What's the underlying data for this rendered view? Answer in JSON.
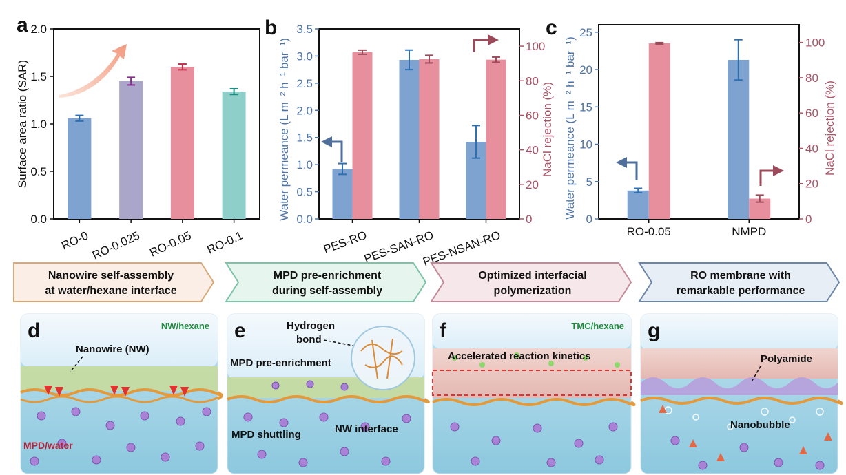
{
  "panels": {
    "a": "a",
    "b": "b",
    "c": "c",
    "d": "d",
    "e": "e",
    "f": "f",
    "g": "g"
  },
  "chart_data": [
    {
      "id": "a",
      "type": "bar",
      "title": "",
      "xlabel": "",
      "ylabel": "Surface area ratio (SAR)",
      "ylim": [
        0,
        2.0
      ],
      "yticks": [
        "0.0",
        "0.5",
        "1.0",
        "1.5",
        "2.0"
      ],
      "categories": [
        "RO-0",
        "RO-0.025",
        "RO-0.05",
        "RO-0.1"
      ],
      "values": [
        1.06,
        1.45,
        1.6,
        1.34
      ],
      "errors": [
        0.03,
        0.04,
        0.03,
        0.03
      ],
      "colors": [
        "#7fa3d1",
        "#a9a6c9",
        "#e88f9e",
        "#8fcfc9"
      ],
      "error_colors": [
        "#2e6fb0",
        "#8b2a8f",
        "#c0304a",
        "#1f8c82"
      ],
      "grid": false
    },
    {
      "id": "b",
      "type": "bar",
      "title": "",
      "xlabel": "",
      "categories": [
        "PES-RO",
        "PES-SAN-RO",
        "PES-NSAN-RO"
      ],
      "left_axis": {
        "label": "Water permeance (L m⁻² h⁻¹ bar⁻¹)",
        "ylim": [
          0,
          3.5
        ],
        "yticks": [
          "0.0",
          "0.5",
          "1.0",
          "1.5",
          "2.0",
          "2.5",
          "3.0",
          "3.5"
        ]
      },
      "right_axis": {
        "label": "NaCl rejection (%)",
        "ylim": [
          0,
          110
        ],
        "yticks": [
          "0",
          "20",
          "40",
          "60",
          "80",
          "100"
        ]
      },
      "series": [
        {
          "axis": "left",
          "values": [
            0.92,
            2.93,
            1.42
          ],
          "errors": [
            0.1,
            0.18,
            0.3
          ],
          "color": "#7fa3d1",
          "error_color": "#2e6fb0"
        },
        {
          "axis": "right",
          "values": [
            96.5,
            92.5,
            92.2
          ],
          "errors": [
            1.2,
            2.2,
            1.5
          ],
          "color": "#e88f9e",
          "error_color": "#9b4a5a"
        }
      ],
      "grid": false
    },
    {
      "id": "c",
      "type": "bar",
      "title": "",
      "xlabel": "",
      "categories": [
        "RO-0.05",
        "NMPD"
      ],
      "left_axis": {
        "label": "Water permeance (L m⁻² h⁻¹ bar⁻¹)",
        "ylim": [
          0,
          26
        ],
        "yticks": [
          "0",
          "5",
          "10",
          "15",
          "20",
          "25"
        ]
      },
      "right_axis": {
        "label": "NaCl rejection (%)",
        "ylim": [
          0,
          110
        ],
        "yticks": [
          "0",
          "20",
          "40",
          "60",
          "80",
          "100"
        ]
      },
      "series": [
        {
          "axis": "left",
          "values": [
            3.8,
            21.3
          ],
          "errors": [
            0.3,
            2.7
          ],
          "color": "#7fa3d1",
          "error_color": "#2e6fb0"
        },
        {
          "axis": "right",
          "values": [
            99.5,
            11.5
          ],
          "errors": [
            0.4,
            2.0
          ],
          "color": "#e88f9e",
          "error_color": "#9b4a5a"
        }
      ],
      "grid": false
    }
  ],
  "steps": [
    {
      "line1": "Nanowire self-assembly",
      "line2": "at water/hexane interface",
      "fill": "#fbeee6",
      "stroke": "#d8a878"
    },
    {
      "line1": "MPD pre-enrichment",
      "line2": "during self-assembly",
      "fill": "#e7f5ef",
      "stroke": "#7cc3a8"
    },
    {
      "line1": "Optimized interfacial",
      "line2": "polymerization",
      "fill": "#f6e7eb",
      "stroke": "#c48a98"
    },
    {
      "line1": "RO membrane with",
      "line2": "remarkable performance",
      "fill": "#e8eef6",
      "stroke": "#6d86a8"
    }
  ],
  "scenes": {
    "d": {
      "top_tag": "NW/hexane",
      "label": "Nanowire (NW)",
      "bottom_tag": "MPD/water"
    },
    "e": {
      "hb1": "Hydrogen",
      "hb2": "bond",
      "label1": "MPD pre-enrichment",
      "label2": "MPD shuttling",
      "label3": "NW interface"
    },
    "f": {
      "top_tag": "TMC/hexane",
      "label": "Accelerated reaction kinetics"
    },
    "g": {
      "label1": "Polyamide",
      "label2": "Nanobubble"
    }
  },
  "colors": {
    "blue_bar": "#7fa3d1",
    "pink_bar": "#e88f9e",
    "left_axis_text": "#4f75a8",
    "right_axis_text": "#a85466"
  }
}
